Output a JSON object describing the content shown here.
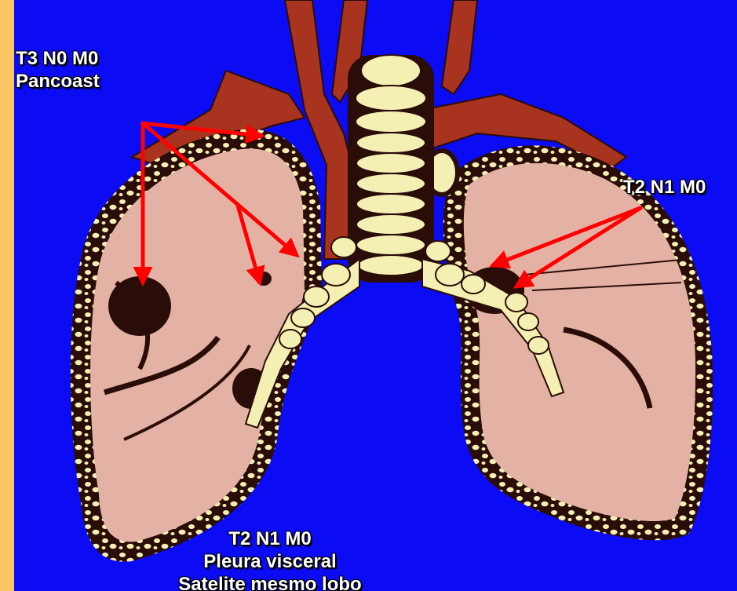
{
  "labels": {
    "pancoast": {
      "stage": "T3 N0 M0",
      "name": "Pancoast"
    },
    "hilar": {
      "stage": "T2 N1 M0"
    },
    "pleura": {
      "stage": "T2 N1 M0",
      "line2": "Pleura visceral",
      "line3": "Satelite mesmo lobo"
    }
  },
  "colors": {
    "background": "#0c0cf4",
    "frame": "#f9c865",
    "lung": "#e4b2a4",
    "pleura_dark": "#2a0d08",
    "nodules": "#f4f0b4",
    "vessels": "#a8331e",
    "arrows": "#ff0000"
  }
}
